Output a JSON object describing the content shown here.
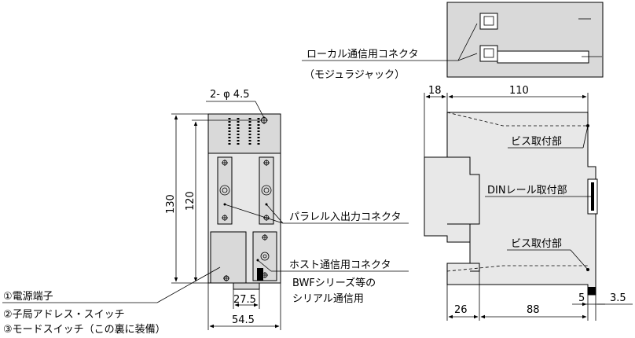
{
  "connector_inset": {
    "local_connector_label": "ローカル通信用コネクタ",
    "local_connector_sub": "（モジュラジャック）"
  },
  "front_view": {
    "hole_label": "2- φ 4.5",
    "dim_height_total": "130",
    "dim_height_inner": "120",
    "dim_width_total": "54.5",
    "dim_connector_width": "27.5",
    "parallel_io_label": "パラレル入出力コネクタ",
    "host_connector_label": "ホスト通信用コネクタ",
    "host_connector_sub1": "BWFシリーズ等の",
    "host_connector_sub2": "シリアル通信用",
    "legend": [
      "①電源端子",
      "②子局アドレス・スイッチ",
      "③モードスイッチ（この裏に装備）"
    ]
  },
  "side_view": {
    "dim_top_left": "18",
    "dim_top_right": "110",
    "dim_bottom_left": "26",
    "dim_bottom_mid": "88",
    "dim_bottom_small": "5",
    "dim_bottom_right": "3.5",
    "screw_mount_top": "ビス取付部",
    "din_rail_mount": "DINレール取付部",
    "screw_mount_bottom": "ビス取付部"
  }
}
